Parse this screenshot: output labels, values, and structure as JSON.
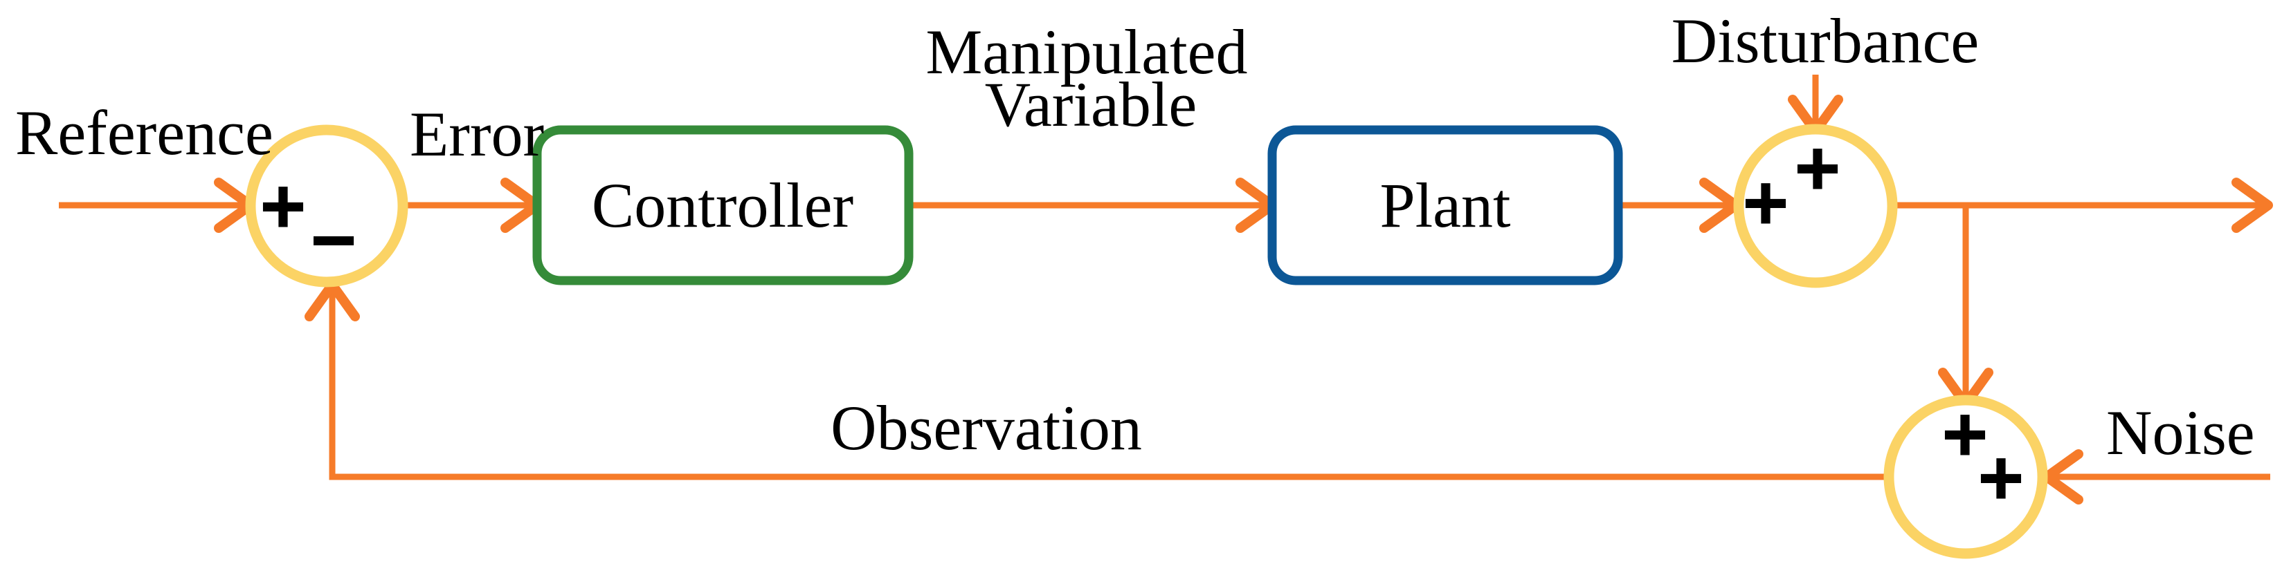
{
  "figure": {
    "kind": "closed-loop feedback control system block diagram"
  },
  "labels": {
    "reference": "Reference",
    "error": "Error",
    "manipulated_line1": "Manipulated",
    "manipulated_line2": "Variable",
    "controller": "Controller",
    "plant": "Plant",
    "disturbance": "Disturbance",
    "noise": "Noise",
    "observation": "Observation"
  },
  "signs": {
    "plus": "+",
    "minus": "−"
  },
  "colors": {
    "arrow_orange": "#F67B29",
    "junction_yellow": "#FBD365",
    "controller_green": "#358B39",
    "plant_blue": "#0C5796",
    "text_black": "#000000",
    "background": "#FFFFFF"
  }
}
